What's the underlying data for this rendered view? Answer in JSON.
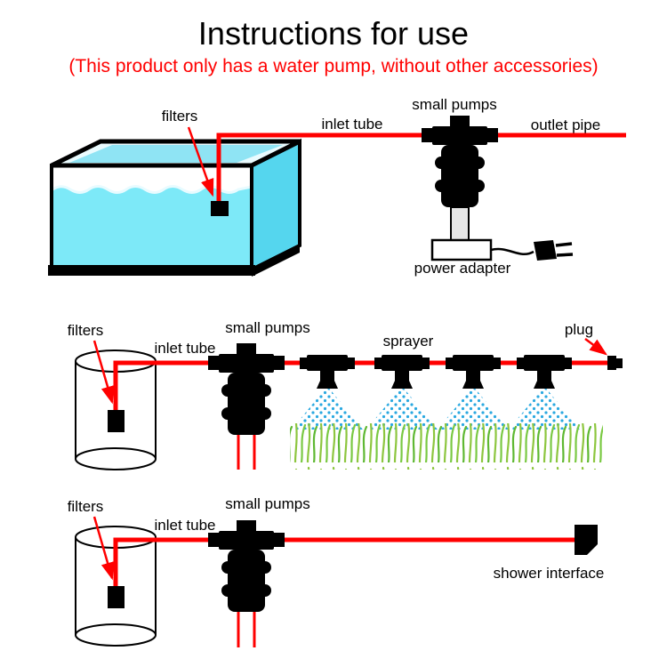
{
  "title": "Instructions for use",
  "subtitle": "(This product only has a water pump, without other accessories)",
  "colors": {
    "accent_red": "#ff0000",
    "water_cyan": "#7de9f8",
    "water_side_cyan": "#55d6ee",
    "water_top_cyan": "#8fe4f4",
    "spray_blue": "#29a8e0",
    "grass_green": "#7ac943",
    "pump_black": "#000000"
  },
  "section_aquarium": {
    "filters_label": "filters",
    "inlet_tube_label": "inlet tube",
    "small_pumps_label": "small pumps",
    "outlet_pipe_label": "outlet pipe",
    "power_adapter_label": "power adapter"
  },
  "section_sprayer": {
    "filters_label": "filters",
    "inlet_tube_label": "inlet tube",
    "small_pumps_label": "small pumps",
    "sprayer_label": "sprayer",
    "plug_label": "plug"
  },
  "section_shower": {
    "filters_label": "filters",
    "inlet_tube_label": "inlet tube",
    "small_pumps_label": "small pumps",
    "shower_interface_label": "shower interface"
  }
}
